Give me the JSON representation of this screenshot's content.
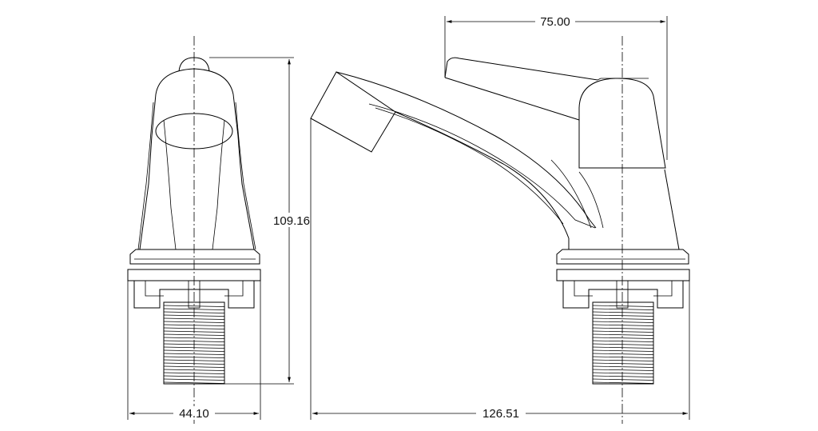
{
  "dimensions": {
    "front_width": "44.10",
    "front_height": "109.16",
    "side_handle_reach": "75.00",
    "side_overall_length": "126.51"
  }
}
